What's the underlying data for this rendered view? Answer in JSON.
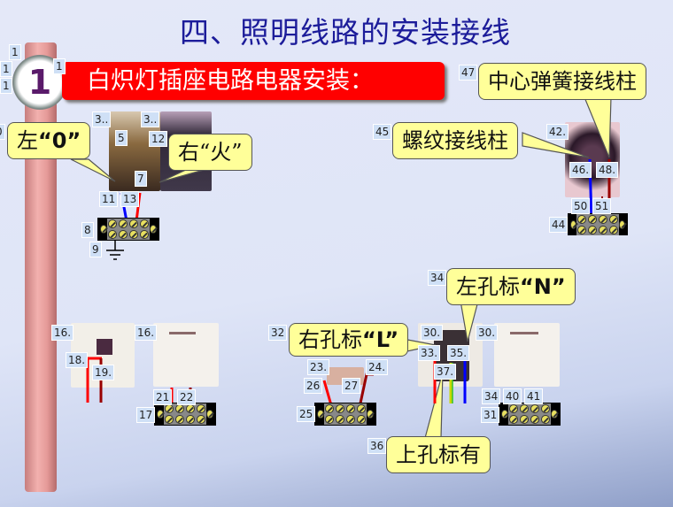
{
  "title": "四、照明线路的安装接线",
  "badge": "1",
  "banner": "白炽灯插座电路电器安装：",
  "callouts": {
    "left_zero": {
      "prefix": "左",
      "quote": "“0”"
    },
    "right_fire": {
      "text": "右“火”"
    },
    "center_spring": "中心弹簧接线柱",
    "thread_terminal": "螺纹接线柱",
    "left_hole_n": {
      "prefix": "左孔标",
      "quote": "“N”"
    },
    "right_hole_l": {
      "prefix": "右孔标",
      "quote": "“L”"
    },
    "top_hole": "上孔标有"
  },
  "tags": [
    "1",
    "1",
    "1",
    "1",
    "0",
    "3..",
    "3..",
    "5",
    "12",
    "7",
    "11",
    "13",
    "8",
    "9",
    "47",
    "45",
    "42.",
    "46.",
    "48.",
    "50",
    "51",
    "44",
    "34",
    "32",
    "30.",
    "30.",
    "24.",
    "33.",
    "35.",
    "37.",
    "23.",
    "26",
    "27",
    "25",
    "36",
    "31",
    "34",
    "40",
    "41",
    "16.",
    "16.",
    "18.",
    "19.",
    "21",
    "22",
    "17"
  ],
  "colors": {
    "title": "#1c1c9a",
    "banner": "#ff0000",
    "callout": "#ffff99",
    "neutral_wire": "#0000ff",
    "live_wire": "#ff0000",
    "earth_wire": "#c8d800"
  }
}
